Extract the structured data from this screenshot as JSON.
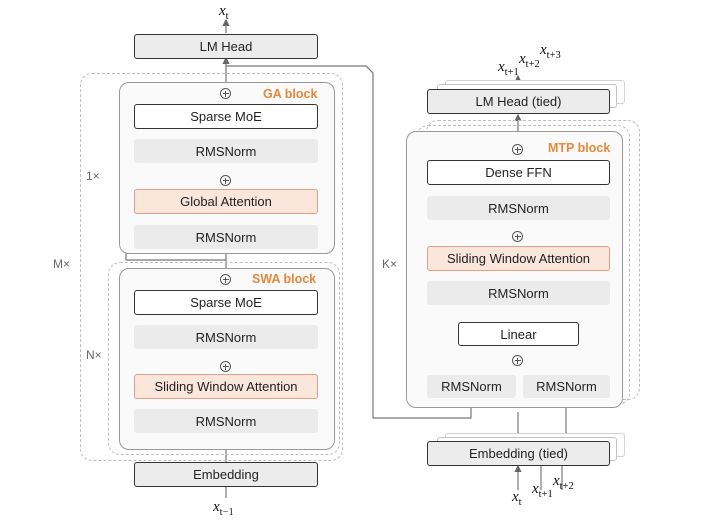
{
  "left": {
    "output": {
      "var": "x",
      "sub": "t"
    },
    "lm_head": "LM Head",
    "ga_block": {
      "title": "GA block",
      "sparse_moe": "Sparse MoE",
      "rmsnorm_top": "RMSNorm",
      "attention": "Global Attention",
      "rmsnorm_bottom": "RMSNorm",
      "repeat": "1×"
    },
    "swa_block": {
      "title": "SWA block",
      "sparse_moe": "Sparse MoE",
      "rmsnorm_top": "RMSNorm",
      "attention": "Sliding Window Attention",
      "rmsnorm_bottom": "RMSNorm",
      "repeat": "N×"
    },
    "outer_repeat": "M×",
    "embedding": "Embedding",
    "input": {
      "var": "x",
      "sub": "t−1"
    }
  },
  "right": {
    "outputs": [
      {
        "var": "x",
        "sub": "t+1"
      },
      {
        "var": "x",
        "sub": "t+2"
      },
      {
        "var": "x",
        "sub": "t+3"
      }
    ],
    "lm_head": "LM Head (tied)",
    "mtp_block": {
      "title": "MTP block",
      "dense_ffn": "Dense FFN",
      "rmsnorm_top": "RMSNorm",
      "attention": "Sliding Window Attention",
      "rmsnorm_mid": "RMSNorm",
      "linear": "Linear",
      "rmsnorm_left": "RMSNorm",
      "rmsnorm_right": "RMSNorm"
    },
    "repeat": "K×",
    "embedding": "Embedding (tied)",
    "inputs": [
      {
        "var": "x",
        "sub": "t"
      },
      {
        "var": "x",
        "sub": "t+1"
      },
      {
        "var": "x",
        "sub": "t+2"
      }
    ]
  }
}
